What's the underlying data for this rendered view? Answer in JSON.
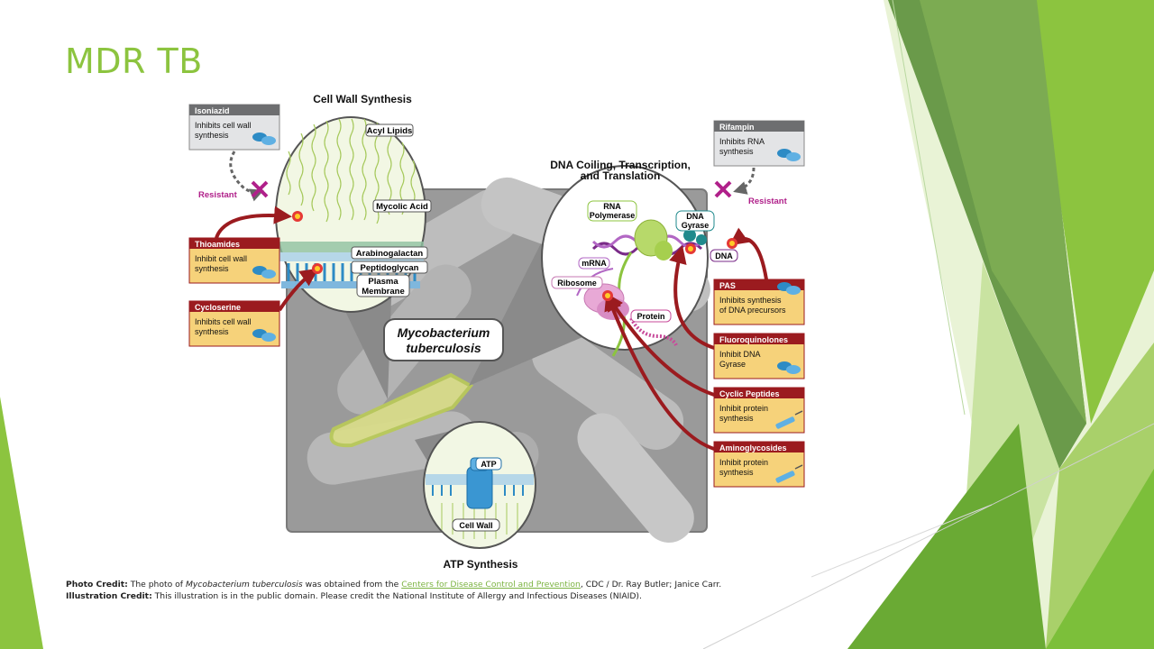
{
  "slide": {
    "title": "MDR TB",
    "accent_color": "#8cc43f"
  },
  "diagram": {
    "cell_wall_title": "Cell Wall Synthesis",
    "dna_title_1": "DNA Coiling, Transcription,",
    "dna_title_2": "and Translation",
    "atp_title": "ATP Synthesis",
    "organism_line1": "Mycobacterium",
    "organism_line2": "tuberculosis",
    "cell_wall_layers": {
      "acyl_lipids": "Acyl Lipids",
      "mycolic_acid": "Mycolic Acid",
      "arabinogalactan": "Arabinogalactan",
      "peptidoglycan": "Peptidoglycan",
      "plasma_membrane_1": "Plasma",
      "plasma_membrane_2": "Membrane"
    },
    "dna_labels": {
      "rna_polymerase_1": "RNA",
      "rna_polymerase_2": "Polymerase",
      "dna_gyrase_1": "DNA",
      "dna_gyrase_2": "Gyrase",
      "mrna": "mRNA",
      "ribosome": "Ribosome",
      "dna": "DNA",
      "protein": "Protein"
    },
    "atp_labels": {
      "atp": "ATP",
      "cell_wall": "Cell Wall"
    },
    "resistant_label": "Resistant",
    "drugs_left": [
      {
        "name": "Isoniazid",
        "line1": "Inhibits cell wall",
        "line2": "synthesis",
        "header_color": "#6d6e70",
        "body_color": "#e3e4e6"
      },
      {
        "name": "Thioamides",
        "line1": "Inhibit cell wall",
        "line2": "synthesis",
        "header_color": "#9b1b1f",
        "body_color": "#f6d27a"
      },
      {
        "name": "Cycloserine",
        "line1": "Inhibits cell wall",
        "line2": "synthesis",
        "header_color": "#9b1b1f",
        "body_color": "#f6d27a"
      }
    ],
    "drugs_right": [
      {
        "name": "Rifampin",
        "line1": "Inhibits RNA",
        "line2": "synthesis",
        "header_color": "#6d6e70",
        "body_color": "#e3e4e6"
      },
      {
        "name": "PAS",
        "line1": "Inhibits synthesis",
        "line2": "of DNA precursors",
        "header_color": "#9b1b1f",
        "body_color": "#f6d27a"
      },
      {
        "name": "Fluoroquinolones",
        "line1": "Inhibit DNA",
        "line2": "Gyrase",
        "header_color": "#9b1b1f",
        "body_color": "#f6d27a"
      },
      {
        "name": "Cyclic Peptides",
        "line1": "Inhibit protein",
        "line2": "synthesis",
        "header_color": "#9b1b1f",
        "body_color": "#f6d27a"
      },
      {
        "name": "Aminoglycosides",
        "line1": "Inhibit protein",
        "line2": "synthesis",
        "header_color": "#9b1b1f",
        "body_color": "#f6d27a"
      }
    ]
  },
  "credits": {
    "photo_label": "Photo Credit:",
    "photo_pre": "The photo of",
    "photo_species": "Mycobacterium tuberculosis",
    "photo_mid": "was obtained from the",
    "photo_link": "Centers for Disease Control and Prevention",
    "photo_post": ", CDC / Dr. Ray Butler; Janice Carr.",
    "illus_label": "Illustration Credit:",
    "illus_text": "This illustration is in the public domain. Please credit the National Institute of Allergy and Infectious Diseases (NIAID)."
  }
}
